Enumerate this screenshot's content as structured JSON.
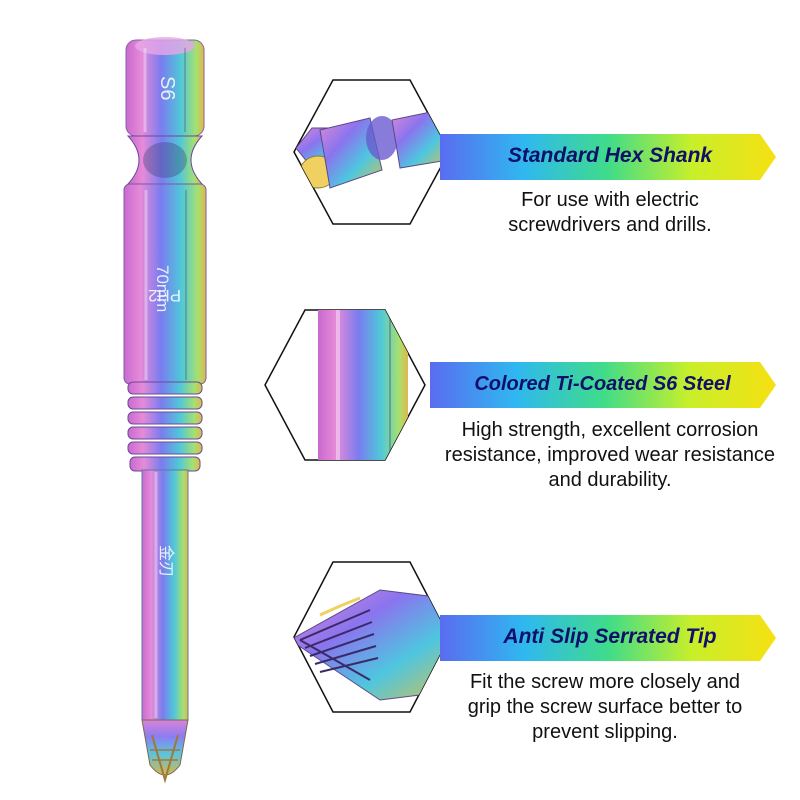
{
  "bit_markings": {
    "grade": "S6",
    "size": "PH2",
    "length": "70mm",
    "brand": "金刃"
  },
  "features": [
    {
      "title": "Standard Hex Shank",
      "description": [
        "For use with electric",
        "screwdrivers and drills."
      ],
      "detail_icon": "hex-shank-detail-icon"
    },
    {
      "title": "Colored Ti-Coated S6 Steel",
      "description": [
        "High strength, excellent corrosion",
        "resistance, improved wear resistance",
        "and durability."
      ],
      "detail_icon": "coated-steel-detail-icon"
    },
    {
      "title": "Anti Slip Serrated Tip",
      "description": [
        "Fit the screw more closely and",
        "grip the screw surface better to",
        "prevent slipping."
      ],
      "detail_icon": "serrated-tip-detail-icon"
    }
  ],
  "colors": {
    "banner_gradient": [
      "#5a6cf0",
      "#2fb8f0",
      "#3fdc8a",
      "#c8ef2a",
      "#f6e012"
    ],
    "banner_text": "#10106a",
    "bit_gradient": [
      "#d97ad8",
      "#8a6ef0",
      "#3fb8e0",
      "#7ee06a",
      "#f0c840"
    ]
  }
}
